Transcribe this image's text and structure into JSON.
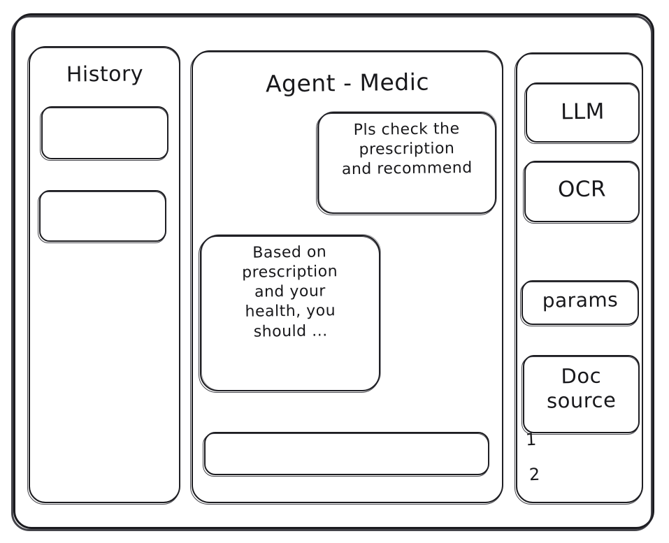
{
  "app": {
    "style": "hand-drawn-wireframe",
    "ink_color": "#1b1b1f",
    "background_color": "#ffffff"
  },
  "sidebar": {
    "title": "History",
    "items": [
      {
        "label": ""
      },
      {
        "label": ""
      }
    ]
  },
  "chat": {
    "title": "Agent - Medic",
    "messages": [
      {
        "role": "user",
        "text": "Pls check the\nprescription\nand recommend"
      },
      {
        "role": "agent",
        "text": "Based on\nprescription\nand your\nhealth, you\nshould ..."
      }
    ],
    "composer": {
      "value": "",
      "placeholder": ""
    }
  },
  "tools": {
    "items": [
      {
        "label": "LLM"
      },
      {
        "label": "OCR"
      },
      {
        "label": "params"
      },
      {
        "label": "Doc\nsource"
      }
    ],
    "doc_source_list": [
      "1",
      "2"
    ]
  }
}
